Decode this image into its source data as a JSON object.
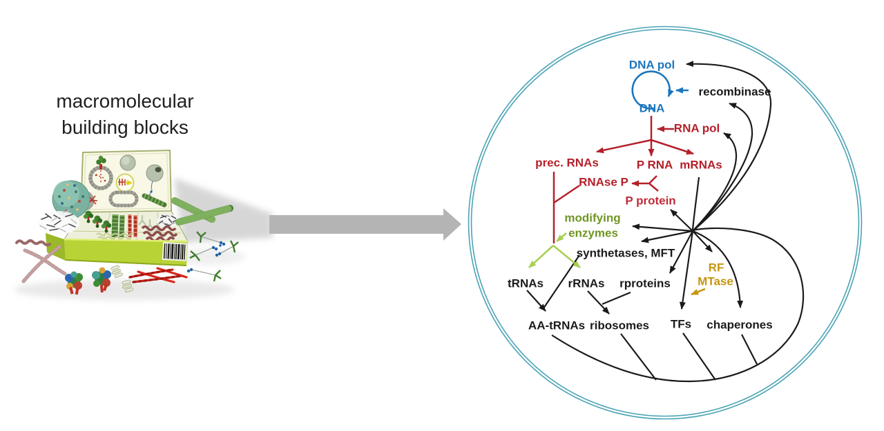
{
  "title": {
    "line1": "macromolecular",
    "line2": "building blocks"
  },
  "diagram": {
    "labels": {
      "dna_pol": "DNA pol",
      "recombinase": "recombinase",
      "dna": "DNA",
      "rna_pol": "RNA pol",
      "prec_rnas": "prec. RNAs",
      "p_rna": "P RNA",
      "mrnas": "mRNAs",
      "rnase_p": "RNAse P",
      "p_protein": "P protein",
      "modifying": "modifying",
      "enzymes": "enzymes",
      "synthetases_mft": "synthetases, MFT",
      "trnas": "tRNAs",
      "rrnas": "rRNAs",
      "rproteins": "rproteins",
      "rf": "RF",
      "mtase": "MTase",
      "aa_trnas": "AA-tRNAs",
      "ribosomes": "ribosomes",
      "tfs": "TFs",
      "chaperones": "chaperones"
    },
    "colors": {
      "dna_blue": "#1b76be",
      "rna_red": "#b4202a",
      "p_protein_crimson": "#bf2c38",
      "enzyme_green_text": "#6f9624",
      "enzyme_green_arrow": "#a8cf52",
      "rf_mtase_gold": "#c6950f",
      "black": "#1a1a1a",
      "cell_membrane_teal": "#4aa3b5",
      "transform_arrow_gray": "#b4b4b4",
      "box_lime": "#b8d335"
    }
  }
}
